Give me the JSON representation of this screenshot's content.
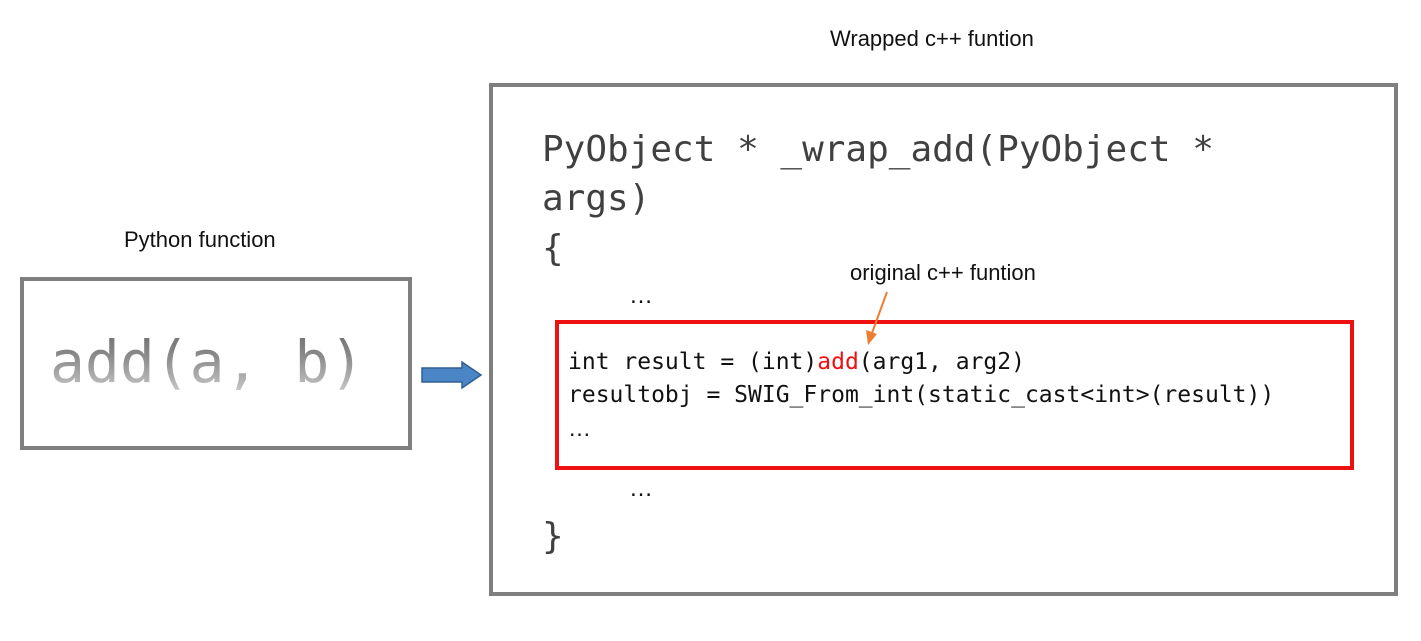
{
  "captions": {
    "wrapped": "Wrapped c++ funtion",
    "python": "Python function",
    "original": "original c++ funtion"
  },
  "python_box": {
    "call": "add(a, b)"
  },
  "wrapper_box": {
    "signature_line1": "PyObject * _wrap_add(PyObject *",
    "signature_line2": "args)",
    "open_brace": "{",
    "ellipsis_top": "…",
    "ellipsis_bottom": "…",
    "close_brace": "}"
  },
  "inner_box": {
    "line1_prefix": "int result = (int)",
    "line1_highlight": "add",
    "line1_suffix": "(arg1, arg2)",
    "line2": "resultobj = SWIG_From_int(static_cast<int>(result))",
    "line3": "…"
  },
  "colors": {
    "box_border": "#7f7f7f",
    "highlight_border": "#ee1111",
    "flow_arrow": "#4a86c5",
    "pointer_arrow": "#ed7d31"
  },
  "icons": {
    "flow_arrow": "right-arrow-icon",
    "pointer_arrow": "pointer-arrow-icon"
  }
}
